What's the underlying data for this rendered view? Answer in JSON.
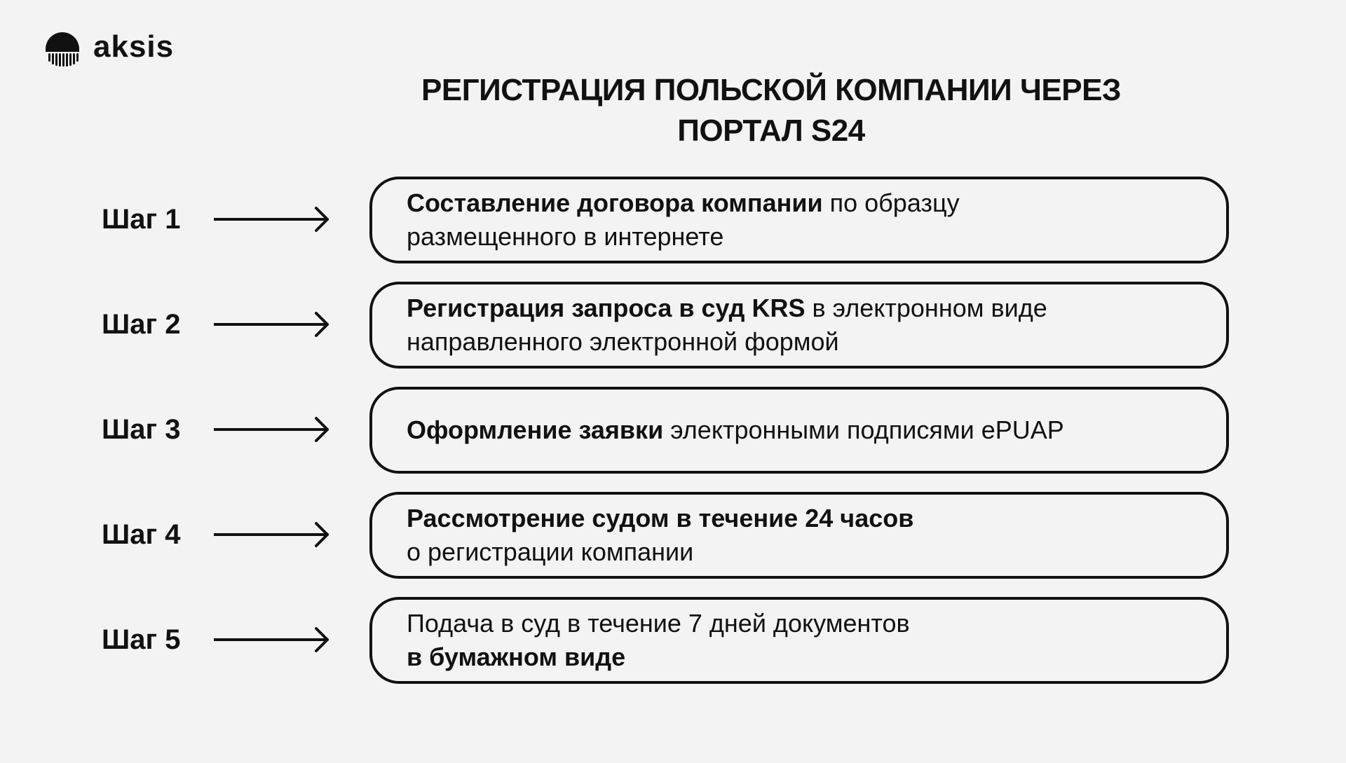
{
  "brand": {
    "name": "aksis",
    "logo_icon": "rounded-shield-with-vertical-stripes-icon"
  },
  "title": {
    "line1": "РЕГИСТРАЦИЯ ПОЛЬСКОЙ КОМПАНИИ ЧЕРЕЗ",
    "line2": "ПОРТАЛ S24"
  },
  "steps": [
    {
      "label": "Шаг 1",
      "line1": {
        "bold": "Составление договора компании",
        "normal": " по образцу"
      },
      "line2": {
        "bold": "",
        "normal": "размещенного в интернете"
      }
    },
    {
      "label": "Шаг 2",
      "line1": {
        "bold": "Регистрация запроса в суд KRS",
        "normal": " в электронном виде"
      },
      "line2": {
        "bold": "",
        "normal": "направленного электронной формой"
      }
    },
    {
      "label": "Шаг 3",
      "line1": {
        "bold": "Оформление заявки",
        "normal": " электронными подписями ePUAP"
      },
      "line2": {
        "bold": "",
        "normal": ""
      }
    },
    {
      "label": "Шаг 4",
      "line1": {
        "bold": "Рассмотрение судом в течение 24 часов",
        "normal": ""
      },
      "line2": {
        "bold": "",
        "normal": "о регистрации компании"
      }
    },
    {
      "label": "Шаг 5",
      "line1": {
        "bold": "",
        "normal": "Подача в суд в течение 7 дней документов"
      },
      "line2": {
        "bold": "в бумажном виде",
        "normal": ""
      }
    }
  ],
  "arrow_icon": "right-arrow-icon",
  "colors": {
    "background": "#f3f3f3",
    "foreground": "#111111"
  }
}
